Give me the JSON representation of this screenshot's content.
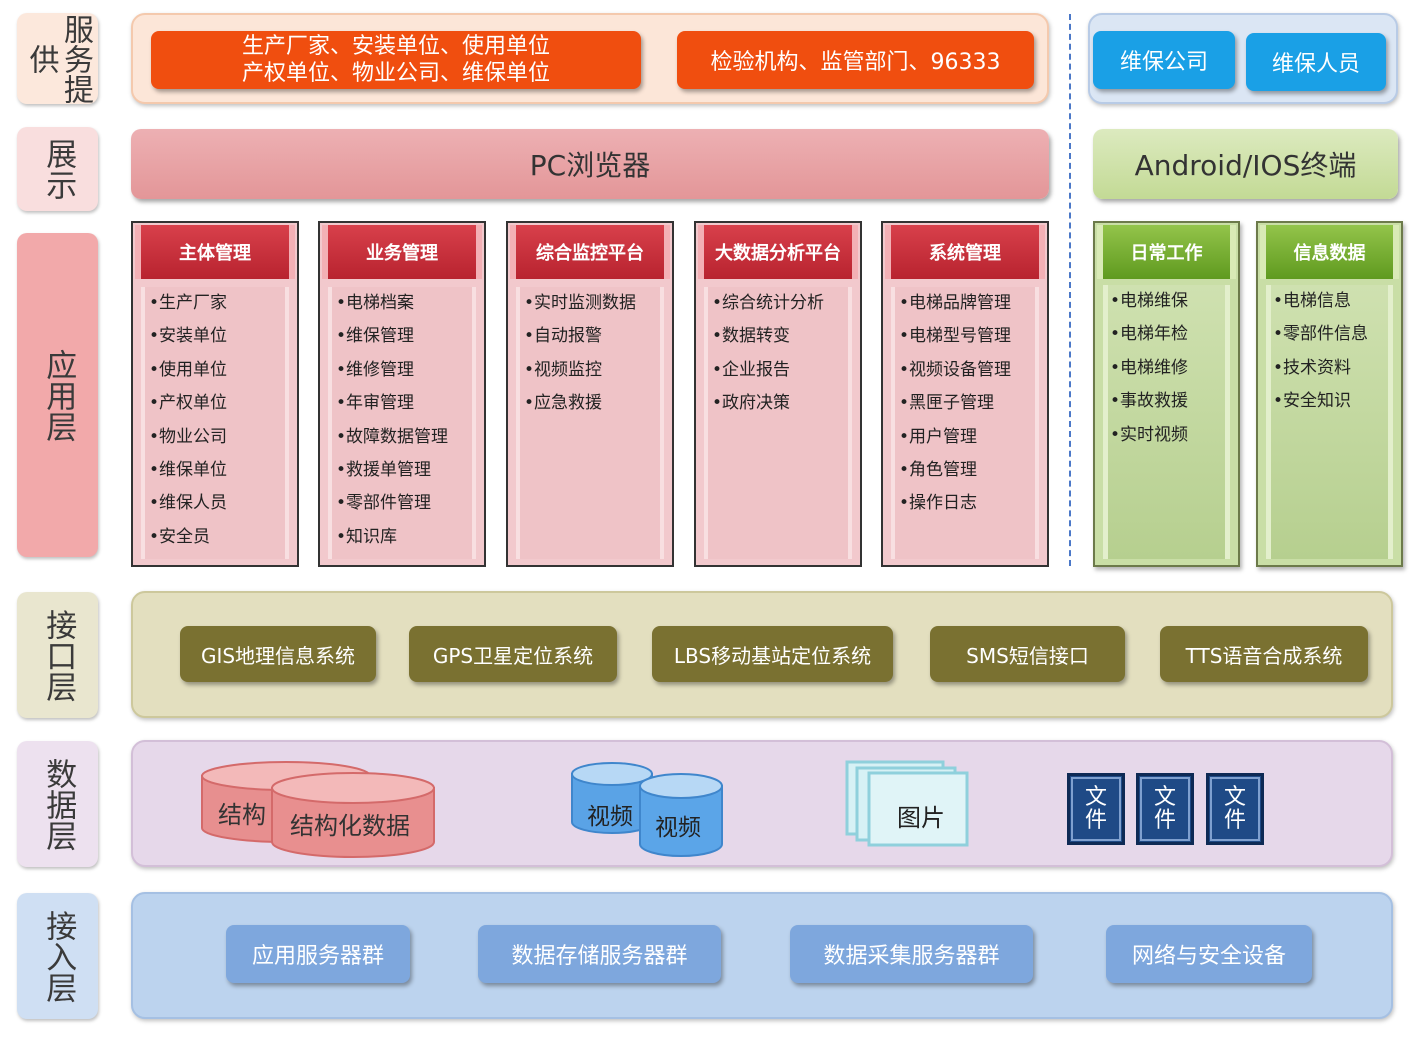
{
  "layers": {
    "service": "服务提供",
    "display": "展示",
    "application": "应用层",
    "interface": "接口层",
    "data": "数据层",
    "access": "接入层"
  },
  "service": {
    "orange_line1": "生产厂家、安装单位、使用单位",
    "orange_line2": "产权单位、物业公司、维保单位",
    "orange2": "检验机构、监管部门、96333",
    "blue1": "维保公司",
    "blue2": "维保人员"
  },
  "display": {
    "pc": "PC浏览器",
    "mobile": "Android/IOS终端"
  },
  "apps": [
    {
      "title": "主体管理",
      "items": [
        "•生产厂家",
        "•安装单位",
        "•使用单位",
        "•产权单位",
        "•物业公司",
        "•维保单位",
        "•维保人员",
        "•安全员"
      ]
    },
    {
      "title": "业务管理",
      "items": [
        "•电梯档案",
        "•维保管理",
        "•维修管理",
        "•年审管理",
        "•故障数据管理",
        "•救援单管理",
        "•零部件管理",
        "•知识库"
      ]
    },
    {
      "title": "综合监控平台",
      "items": [
        "•实时监测数据",
        "•自动报警",
        "•视频监控",
        "•应急救援"
      ]
    },
    {
      "title": "大数据分析平台",
      "items": [
        "•综合统计分析",
        "•数据转变",
        "•企业报告",
        "•政府决策"
      ]
    },
    {
      "title": "系统管理",
      "items": [
        "•电梯品牌管理",
        "•电梯型号管理",
        "•视频设备管理",
        "•黑匣子管理",
        "•用户管理",
        "•角色管理",
        "•操作日志"
      ]
    }
  ],
  "mobile_apps": [
    {
      "title": "日常工作",
      "items": [
        "•电梯维保",
        "•电梯年检",
        "•电梯维修",
        "•事故救援",
        "•实时视频"
      ]
    },
    {
      "title": "信息数据",
      "items": [
        "•电梯信息",
        "•零部件信息",
        "•技术资料",
        "•安全知识"
      ]
    }
  ],
  "interfaces": [
    "GIS地理信息系统",
    "GPS卫星定位系统",
    "LBS移动基站定位系统",
    "SMS短信接口",
    "TTS语音合成系统"
  ],
  "data_items": {
    "db_back": "结构",
    "db_front": "结构化数据",
    "video_back": "视频",
    "video_front": "视频",
    "picture": "图片",
    "file": "文件"
  },
  "access": [
    "应用服务器群",
    "数据存储服务器群",
    "数据采集服务器群",
    "网络与安全设备"
  ],
  "colors": {
    "orange": "#f04e0f",
    "blue": "#1aa0e6",
    "pink": "#e9a5a7",
    "green": "#cfe3a8",
    "olive": "#7a7131",
    "olive_band": "#e3dfbf",
    "data_band": "#e6d8ea",
    "access_band": "#bcd3ee",
    "access_btn": "#7ea7dd"
  }
}
